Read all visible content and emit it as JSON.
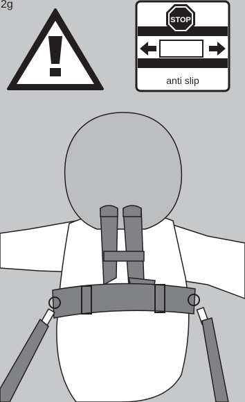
{
  "step_label": "2g",
  "warning_sign": {
    "glyph": "!"
  },
  "anti_slip_badge": {
    "stop_text": "STOP",
    "caption": "anti slip",
    "arrows": [
      "arrow-left-icon",
      "arrow-right-icon"
    ]
  },
  "colors": {
    "background": "#c7c8ca",
    "strap": "#808285",
    "strap_dark": "#58595b",
    "skin": "#ffffff",
    "head": "#bcbec0",
    "ink": "#231f20"
  }
}
